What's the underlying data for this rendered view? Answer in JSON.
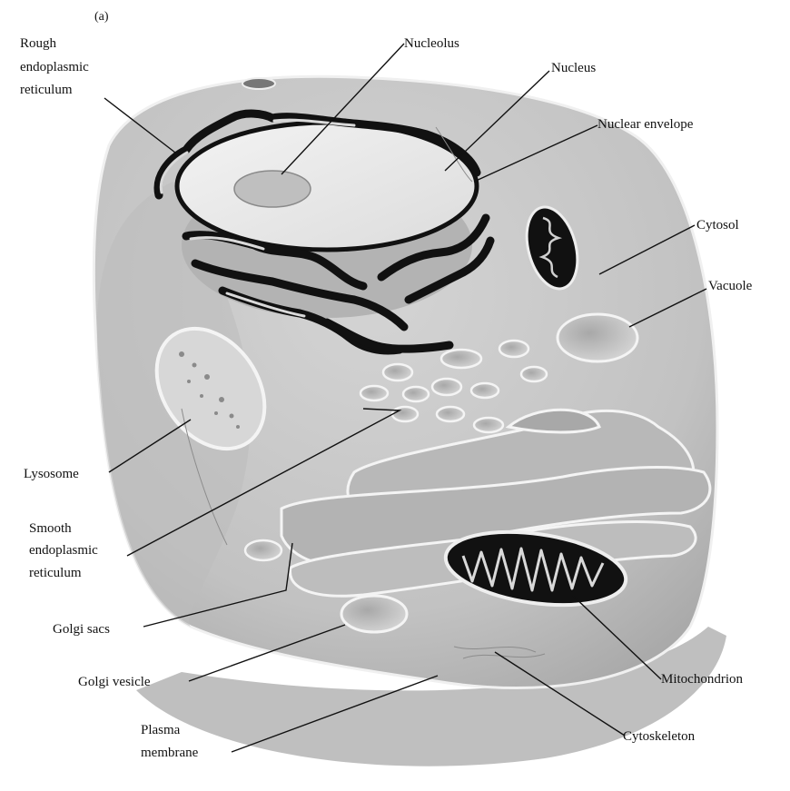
{
  "panel_label": "(a)",
  "labels": {
    "rough_er": [
      "Rough",
      "endoplasmic",
      "reticulum"
    ],
    "nucleolus": "Nucleolus",
    "nucleus": "Nucleus",
    "nuclear_envelope": "Nuclear envelope",
    "cytosol": "Cytosol",
    "vacuole": "Vacuole",
    "lysosome": "Lysosome",
    "smooth_er": [
      "Smooth",
      "endoplasmic",
      "reticulum"
    ],
    "golgi_sacs": "Golgi sacs",
    "golgi_vesicle": "Golgi vesicle",
    "plasma_membrane": [
      "Plasma",
      "membrane"
    ],
    "mitochondrion": "Mitochondrion",
    "cytoskeleton": "Cytoskeleton"
  },
  "colors": {
    "cell_body": "#c9c9c9",
    "cell_shadow": "#8f8f8f",
    "cell_rim": "#f2f2f2",
    "nucleus_fill": "#e9e9e9",
    "er_black": "#111111",
    "vesicle_fill": "#bdbdbd",
    "vesicle_rim": "#f4f4f4"
  }
}
